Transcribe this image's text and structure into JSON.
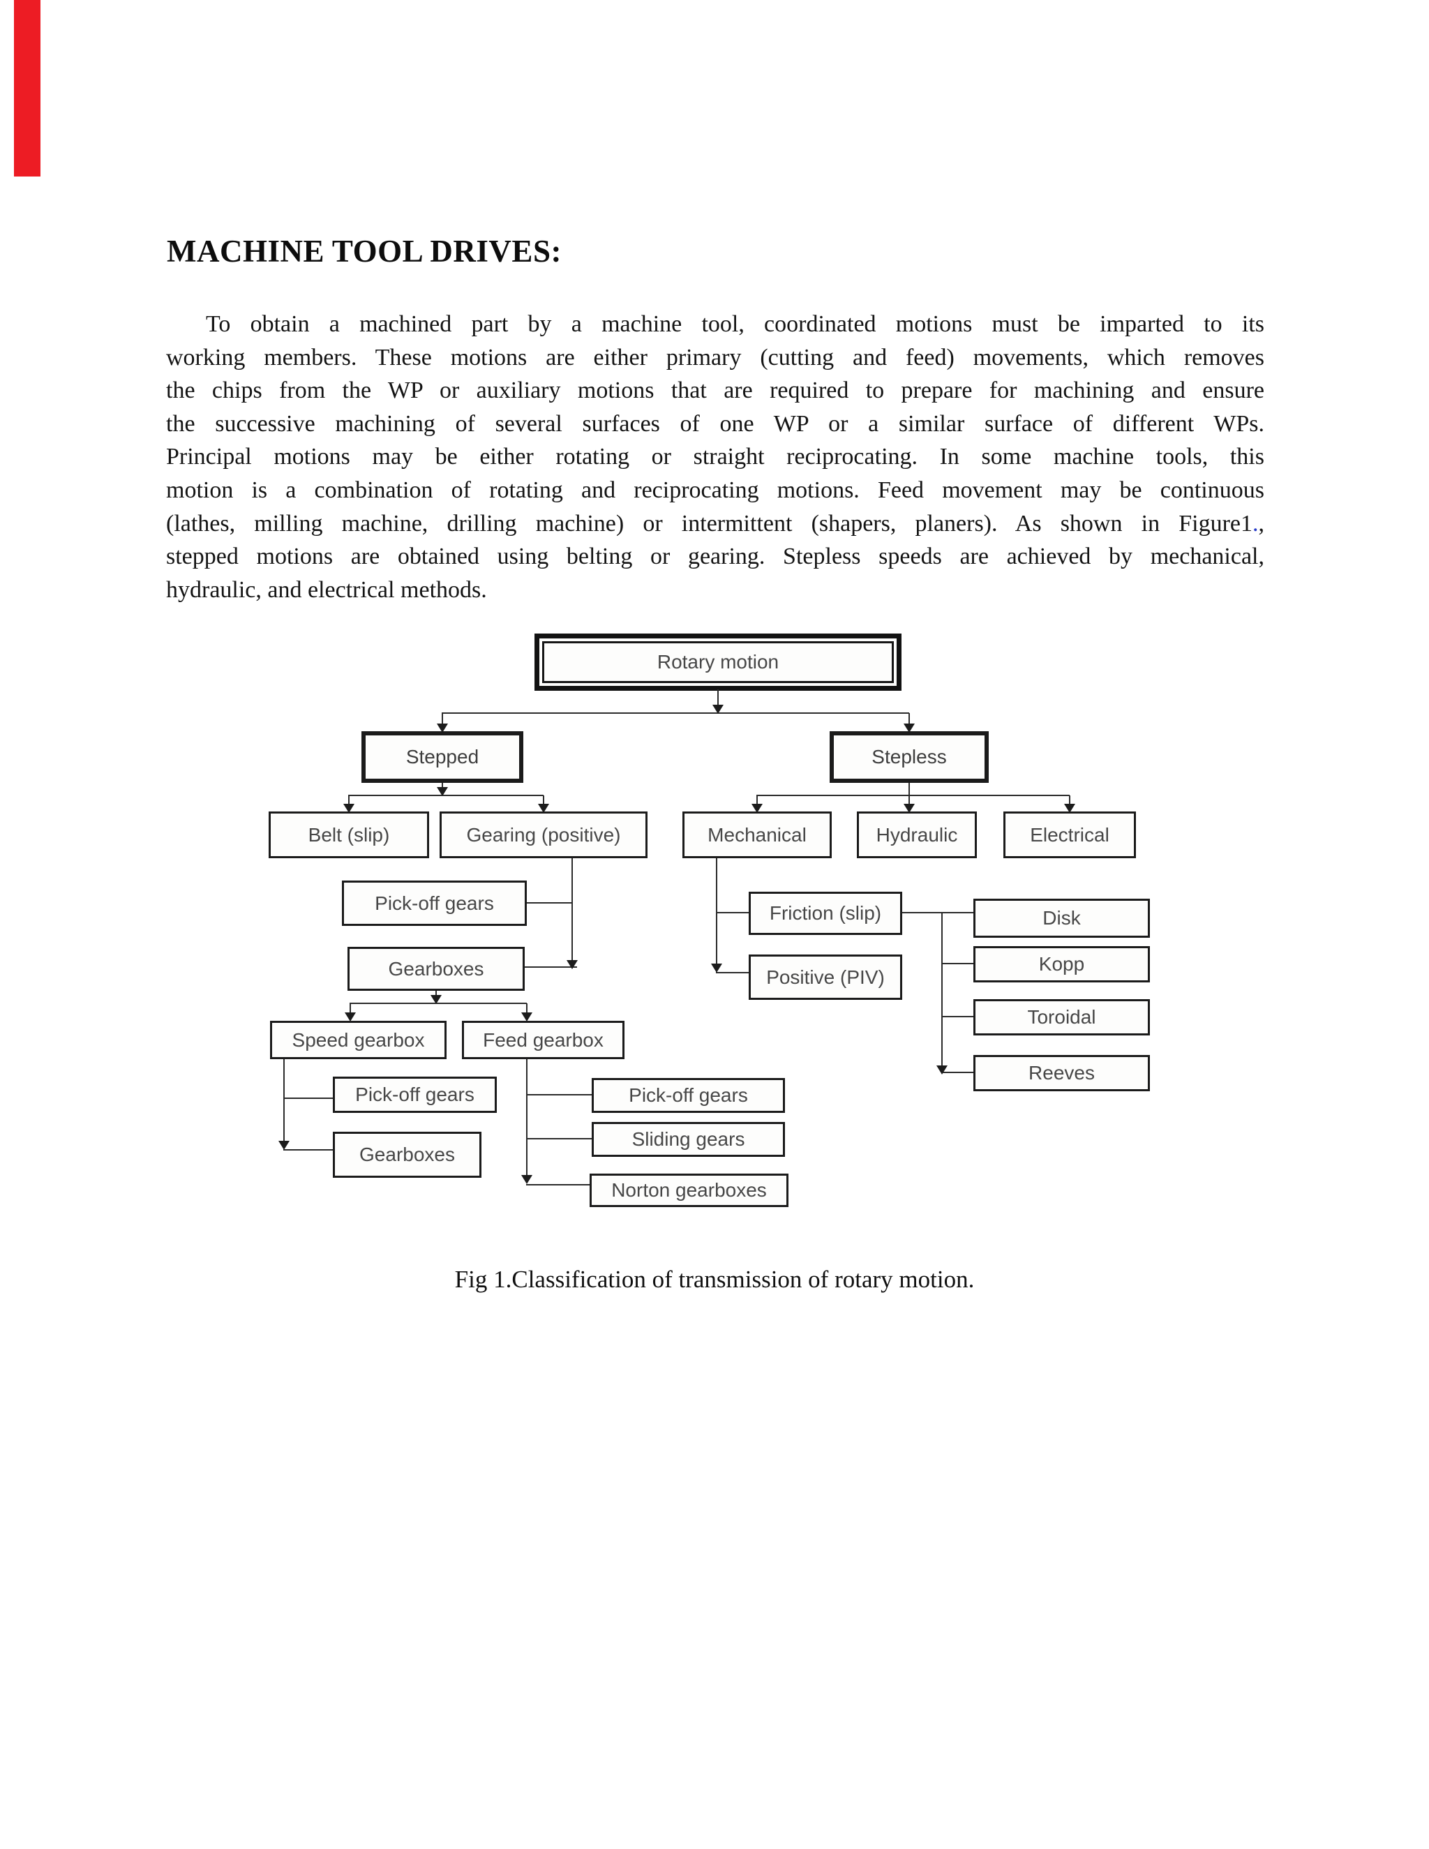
{
  "document": {
    "title": "MACHINE TOOL DRIVES:",
    "paragraph": {
      "line1": "To obtain a machined part by a machine tool, coordinated motions must be imparted to its",
      "line2": "working members. These motions are either primary (cutting and feed) movements, which removes",
      "line3": "the chips from the WP or auxiliary motions that are required to prepare for machining and ensure",
      "line4": "the successive machining of several surfaces of one WP or a similar surface of different WPs.",
      "line5": "Principal motions may be either rotating or straight reciprocating. In some machine tools, this",
      "line6": "motion is a combination of rotating and reciprocating motions. Feed movement may be continuous",
      "line7_pre": "(lathes, milling machine, drilling machine) or intermittent (shapers, planers). As shown in Figure1",
      "line7_dot": ".",
      "line7_comma": ",",
      "line8": "stepped motions are obtained using belting or gearing. Stepless speeds are achieved by mechanical,",
      "line9": "hydraulic, and electrical methods."
    },
    "figure": {
      "caption": "Fig 1.Classification of transmission of rotary motion.",
      "nodes": {
        "rotary": "Rotary motion",
        "stepped": "Stepped",
        "stepless": "Stepless",
        "belt": "Belt (slip)",
        "gearing": "Gearing (positive)",
        "mechanical": "Mechanical",
        "hydraulic": "Hydraulic",
        "electrical": "Electrical",
        "pickoff_a": "Pick-off gears",
        "gearboxes_a": "Gearboxes",
        "friction": "Friction (slip)",
        "positive": "Positive (PIV)",
        "disk": "Disk",
        "kopp": "Kopp",
        "toroidal": "Toroidal",
        "reeves": "Reeves",
        "speed": "Speed gearbox",
        "feed": "Feed gearbox",
        "pickoff_b": "Pick-off gears",
        "gearboxes_b": "Gearboxes",
        "pickoff_c": "Pick-off gears",
        "sliding": "Sliding gears",
        "norton": "Norton gearboxes"
      }
    },
    "colors": {
      "ribbon": "#ed1c24",
      "figure_link_dot": "#2438c8"
    }
  }
}
